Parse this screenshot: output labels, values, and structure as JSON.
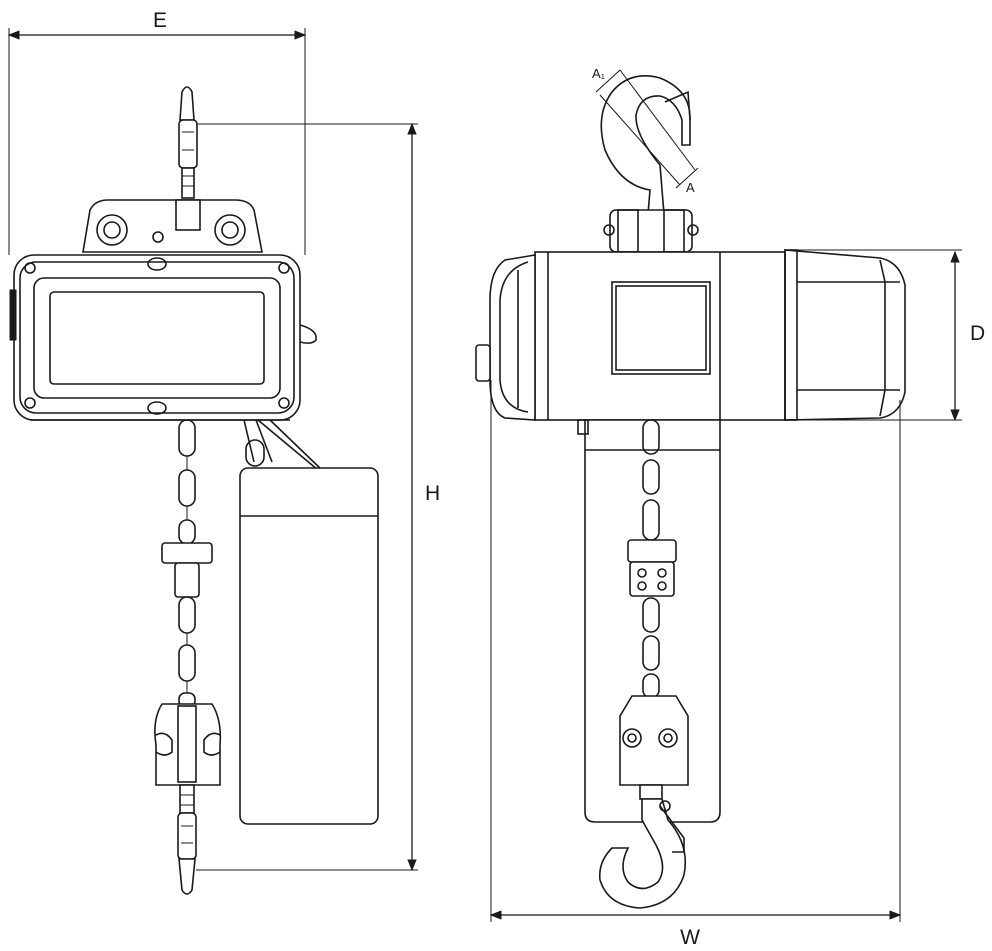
{
  "dimensions": {
    "E": "E",
    "H": "H",
    "W": "W",
    "D": "D",
    "A": "A",
    "A1": "A₁"
  },
  "colors": {
    "line": "#1a1a1a",
    "background": "#ffffff"
  }
}
